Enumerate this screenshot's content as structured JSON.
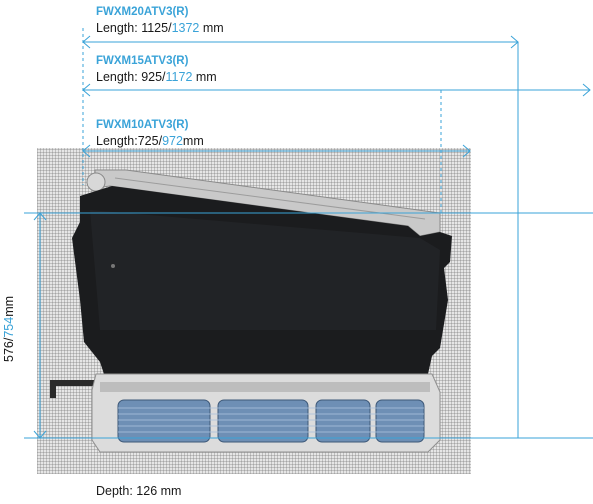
{
  "colors": {
    "accent": "#3aa3d8",
    "dimension_line": "#3aa3d8",
    "text": "#1a1a1a",
    "unit_body": "#1b1c1e",
    "fan_blue": "#6e8fb5"
  },
  "models": [
    {
      "name": "FWXM20ATV3(R)",
      "length_prefix": "Length: ",
      "length_a": "1125",
      "sep": "/",
      "length_b": "1372",
      "unit": " mm"
    },
    {
      "name": "FWXM15ATV3(R)",
      "length_prefix": "Length: ",
      "length_a": "925",
      "sep": "/",
      "length_b": "1172",
      "unit": " mm"
    },
    {
      "name": "FWXM10ATV3(R)",
      "length_prefix": "Length:",
      "length_a": "725",
      "sep": "/",
      "length_b": "972",
      "unit": "mm"
    }
  ],
  "height": {
    "value_a": "576",
    "sep": "/",
    "value_b": "754",
    "unit": "mm"
  },
  "depth": {
    "label": "Depth: 126 mm"
  }
}
